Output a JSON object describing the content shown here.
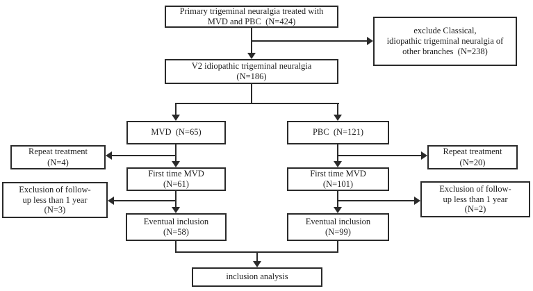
{
  "figure": {
    "type": "flowchart",
    "colors": {
      "line": "#2a2a2a",
      "text": "#1e1e1e",
      "box_background": "#ffffff",
      "page_background": "#ffffff"
    },
    "nodes": {
      "primary": {
        "line1": "Primary trigeminal neuralgia treated with",
        "line2": "MVD and PBC  (N=424)"
      },
      "exclude": {
        "line1": "exclude Classical,",
        "line2": "idiopathic trigeminal neuralgia of",
        "line3": "other branches  (N=238)"
      },
      "v2": {
        "line1": "V2 idiopathic trigeminal neuralgia",
        "line2": "(N=186)"
      },
      "mvd": {
        "line1": "MVD  (N=65)"
      },
      "pbc": {
        "line1": "PBC  (N=121)"
      },
      "repeat_left": {
        "line1": "Repeat treatment",
        "line2": "(N=4)"
      },
      "repeat_right": {
        "line1": "Repeat treatment",
        "line2": "(N=20)"
      },
      "first_mvd_left": {
        "line1": "First time MVD",
        "line2": "(N=61)"
      },
      "first_mvd_right": {
        "line1": "First time MVD",
        "line2": "(N=101)"
      },
      "exclusion_left": {
        "line1": "Exclusion of follow-",
        "line2": "up less than 1 year",
        "line3": "(N=3)"
      },
      "exclusion_right": {
        "line1": "Exclusion of follow-",
        "line2": "up less than 1 year",
        "line3": "(N=2)"
      },
      "eventual_left": {
        "line1": "Eventual inclusion",
        "line2": "(N=58)"
      },
      "eventual_right": {
        "line1": "Eventual inclusion",
        "line2": "(N=99)"
      },
      "inclusion_analysis": {
        "line1": "inclusion analysis"
      }
    },
    "edges": [
      {
        "from": "primary",
        "to": "exclude"
      },
      {
        "from": "primary",
        "to": "v2"
      },
      {
        "from": "v2",
        "to": "mvd"
      },
      {
        "from": "v2",
        "to": "pbc"
      },
      {
        "from": "mvd",
        "to": "repeat_left"
      },
      {
        "from": "mvd",
        "to": "first_mvd_left"
      },
      {
        "from": "first_mvd_left",
        "to": "exclusion_left"
      },
      {
        "from": "first_mvd_left",
        "to": "eventual_left"
      },
      {
        "from": "pbc",
        "to": "repeat_right"
      },
      {
        "from": "pbc",
        "to": "first_mvd_right"
      },
      {
        "from": "first_mvd_right",
        "to": "exclusion_right"
      },
      {
        "from": "first_mvd_right",
        "to": "eventual_right"
      },
      {
        "from": "eventual_left",
        "to": "inclusion_analysis"
      },
      {
        "from": "eventual_right",
        "to": "inclusion_analysis"
      }
    ]
  }
}
